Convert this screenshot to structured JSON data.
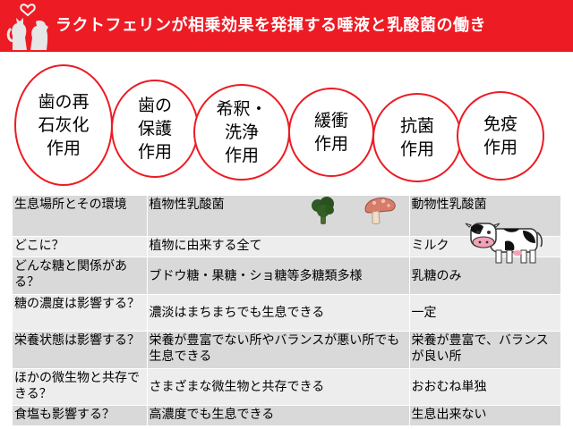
{
  "header": {
    "title": "ラクトフェリンが相乗効果を発揮する唾液と乳酸菌の働き",
    "background": "#ec1b24"
  },
  "functions": [
    {
      "label": "歯の再\n石灰化\n作用"
    },
    {
      "label": "歯の\n保護\n作用"
    },
    {
      "label": "希釈・\n洗浄\n作用"
    },
    {
      "label": "緩衝\n作用"
    },
    {
      "label": "抗菌\n作用"
    },
    {
      "label": "免疫\n作用"
    }
  ],
  "table": {
    "rows": [
      [
        "生息場所とその環境",
        "植物性乳酸菌",
        "動物性乳酸菌"
      ],
      [
        "どこに？",
        "植物に由来する全て",
        "ミルク"
      ],
      [
        "どんな糖と関係がある？",
        "ブドウ糖・果糖・ショ糖等多糖類多様",
        "乳糖のみ"
      ],
      [
        "糖の濃度は影響する？",
        "濃淡はまちまちでも生息できる",
        "一定"
      ],
      [
        "栄養状態は影響する？",
        "栄養が豊富でない所やバランスが悪い所でも生息できる",
        "栄養が豊富で、バランスが良い所"
      ],
      [
        "ほかの微生物と共存できる？",
        "さまざまな微生物と共存できる",
        "おおむね単独"
      ],
      [
        "食塩も影響する？",
        "高濃度でも生息できる",
        "生息出来ない"
      ]
    ]
  },
  "icons": {
    "logo": "cat-dog-silhouette-icon",
    "plant": "broccoli-icon",
    "mushroom": "mushroom-icon",
    "animal": "cow-icon"
  },
  "colors": {
    "accent": "#ec1b24",
    "row_dark": "#d9d9d9",
    "row_light": "#ededed"
  }
}
